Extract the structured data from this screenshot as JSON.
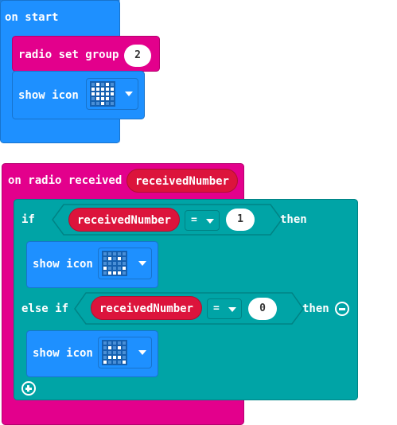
{
  "colors": {
    "basic": "#1e90ff",
    "basic_dark": "#1873cc",
    "radio": "#e3008c",
    "radio_dark": "#b5006f",
    "logic": "#00a4a6",
    "logic_dark": "#008385",
    "variable": "#dc143c",
    "variable_dark": "#b01030"
  },
  "on_start": {
    "label": "on start",
    "radio_set_group": {
      "label": "radio set group",
      "value": "2"
    },
    "show_icon": {
      "label": "show icon",
      "icon": "heart-icon"
    }
  },
  "on_radio_received": {
    "label": "on radio received",
    "param": "receivedNumber",
    "if_block": {
      "if_label": "if",
      "var": "receivedNumber",
      "op": "=",
      "value": "1",
      "then_label": "then",
      "show_icon": {
        "label": "show icon",
        "icon": "happy-face-icon"
      }
    },
    "else_if_block": {
      "else_if_label": "else if",
      "var": "receivedNumber",
      "op": "=",
      "value": "0",
      "then_label": "then",
      "show_icon": {
        "label": "show icon",
        "icon": "sad-face-icon"
      }
    }
  }
}
